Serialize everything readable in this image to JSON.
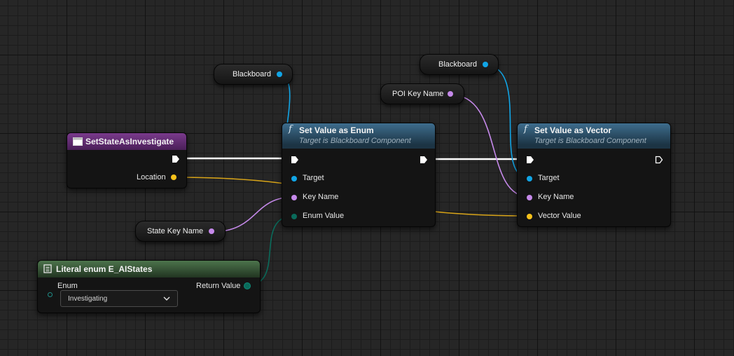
{
  "nodes": {
    "event": {
      "title": "SetStateAsInvestigate",
      "location_label": "Location",
      "header_color": "#6a2d7a"
    },
    "blackboard_1": {
      "label": "Blackboard"
    },
    "blackboard_2": {
      "label": "Blackboard"
    },
    "poi_key": {
      "label": "POI Key Name"
    },
    "state_key": {
      "label": "State Key Name"
    },
    "set_enum": {
      "title": "Set Value as Enum",
      "subtitle": "Target is Blackboard Component",
      "pins": {
        "target": "Target",
        "key_name": "Key Name",
        "enum_value": "Enum Value"
      }
    },
    "set_vector": {
      "title": "Set Value as Vector",
      "subtitle": "Target is Blackboard Component",
      "pins": {
        "target": "Target",
        "key_name": "Key Name",
        "vector_value": "Vector Value"
      }
    },
    "literal_enum": {
      "title": "Literal enum E_AIStates",
      "enum_label": "Enum",
      "return_label": "Return Value",
      "selected_value": "Investigating",
      "header_color": "#3c5e3c"
    }
  },
  "colors": {
    "object_pin": "#11a5e6",
    "name_pin": "#c589ea",
    "vector_pin": "#f7c21b",
    "byte_pin": "#0a6b5b",
    "exec_wire": "#ffffff"
  }
}
